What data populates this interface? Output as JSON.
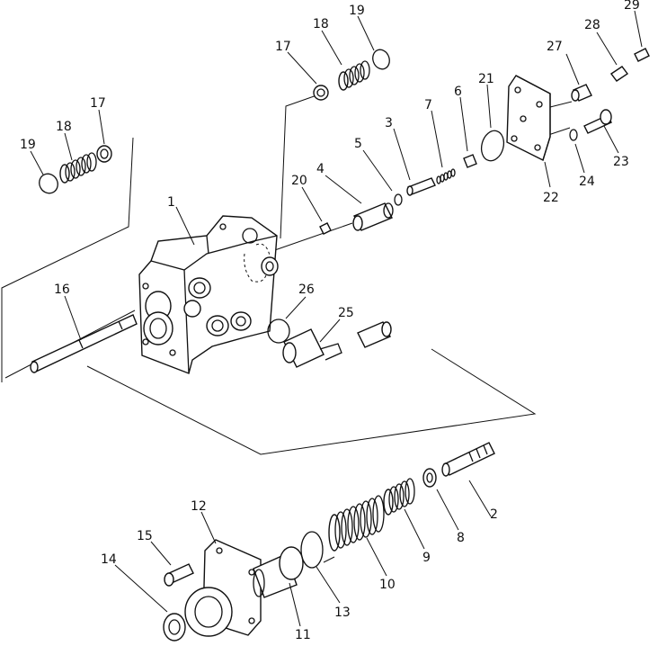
{
  "labels": [
    {
      "id": "c1",
      "text": "1"
    },
    {
      "id": "c2",
      "text": "2"
    },
    {
      "id": "c3",
      "text": "3"
    },
    {
      "id": "c4",
      "text": "4"
    },
    {
      "id": "c5",
      "text": "5"
    },
    {
      "id": "c6",
      "text": "6"
    },
    {
      "id": "c7",
      "text": "7"
    },
    {
      "id": "c8",
      "text": "8"
    },
    {
      "id": "c9",
      "text": "9"
    },
    {
      "id": "c10",
      "text": "10"
    },
    {
      "id": "c11",
      "text": "11"
    },
    {
      "id": "c12",
      "text": "12"
    },
    {
      "id": "c13",
      "text": "13"
    },
    {
      "id": "c14",
      "text": "14"
    },
    {
      "id": "c15",
      "text": "15"
    },
    {
      "id": "c16",
      "text": "16"
    },
    {
      "id": "c17a",
      "text": "17"
    },
    {
      "id": "c17b",
      "text": "17"
    },
    {
      "id": "c18a",
      "text": "18"
    },
    {
      "id": "c18b",
      "text": "18"
    },
    {
      "id": "c19a",
      "text": "19"
    },
    {
      "id": "c19b",
      "text": "19"
    },
    {
      "id": "c20",
      "text": "20"
    },
    {
      "id": "c21",
      "text": "21"
    },
    {
      "id": "c22",
      "text": "22"
    },
    {
      "id": "c23",
      "text": "23"
    },
    {
      "id": "c24",
      "text": "24"
    },
    {
      "id": "c25",
      "text": "25"
    },
    {
      "id": "c26",
      "text": "26"
    },
    {
      "id": "c27",
      "text": "27"
    },
    {
      "id": "c28",
      "text": "28"
    },
    {
      "id": "c29",
      "text": "29"
    }
  ]
}
